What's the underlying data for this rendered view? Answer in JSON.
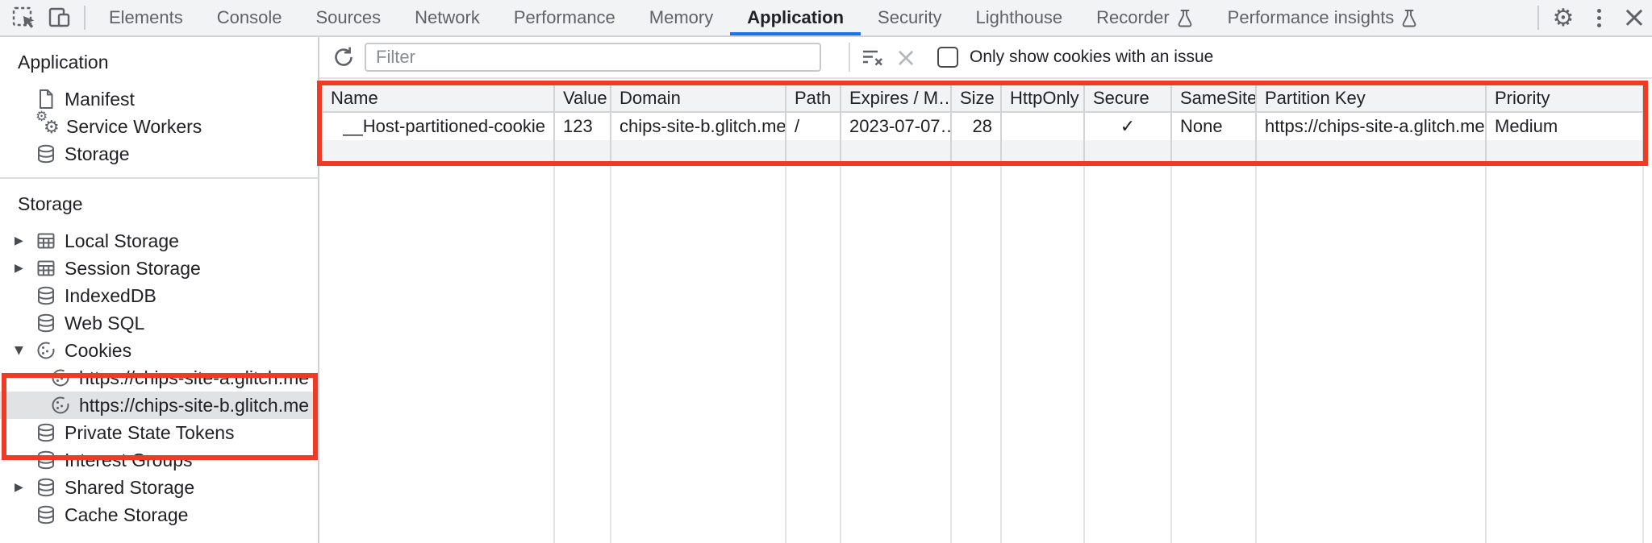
{
  "tabbar": {
    "tabs": [
      {
        "label": "Elements"
      },
      {
        "label": "Console"
      },
      {
        "label": "Sources"
      },
      {
        "label": "Network"
      },
      {
        "label": "Performance"
      },
      {
        "label": "Memory"
      },
      {
        "label": "Application",
        "selected": true
      },
      {
        "label": "Security"
      },
      {
        "label": "Lighthouse"
      },
      {
        "label": "Recorder",
        "experimental": true
      },
      {
        "label": "Performance insights",
        "experimental": true
      }
    ]
  },
  "sidebar": {
    "application_section": {
      "title": "Application",
      "items": [
        {
          "label": "Manifest",
          "icon": "file-icon"
        },
        {
          "label": "Service Workers",
          "icon": "gears-icon"
        },
        {
          "label": "Storage",
          "icon": "database-icon"
        }
      ]
    },
    "storage_section": {
      "title": "Storage",
      "items": [
        {
          "label": "Local Storage",
          "icon": "grid-icon",
          "expander": "collapsed"
        },
        {
          "label": "Session Storage",
          "icon": "grid-icon",
          "expander": "collapsed"
        },
        {
          "label": "IndexedDB",
          "icon": "database-icon"
        },
        {
          "label": "Web SQL",
          "icon": "database-icon"
        },
        {
          "label": "Cookies",
          "icon": "cookie-icon",
          "expander": "expanded"
        },
        {
          "label": "https://chips-site-a.glitch.me",
          "icon": "cookie-icon",
          "child": true
        },
        {
          "label": "https://chips-site-b.glitch.me",
          "icon": "cookie-icon",
          "child": true,
          "selected": true
        },
        {
          "label": "Private State Tokens",
          "icon": "database-icon"
        },
        {
          "label": "Interest Groups",
          "icon": "database-icon"
        },
        {
          "label": "Shared Storage",
          "icon": "database-icon",
          "expander": "collapsed"
        },
        {
          "label": "Cache Storage",
          "icon": "database-icon"
        }
      ]
    },
    "expander_collapsed": "▶",
    "expander_expanded": "▼"
  },
  "cookies_toolbar": {
    "filter_placeholder": "Filter",
    "only_issue_label": "Only show cookies with an issue"
  },
  "cookies_table": {
    "columns": [
      "Name",
      "Value",
      "Domain",
      "Path",
      "Expires / M…",
      "Size",
      "HttpOnly",
      "Secure",
      "SameSite",
      "Partition Key",
      "Priority"
    ],
    "row": {
      "name": "__Host-partitioned-cookie",
      "value": "123",
      "domain": "chips-site-b.glitch.me",
      "path": "/",
      "expires": "2023-07-07…",
      "size": "28",
      "http_only": "",
      "secure": "✓",
      "same_site": "None",
      "partition_key": "https://chips-site-a.glitch.me",
      "priority": "Medium"
    }
  },
  "colors": {
    "accent_blue": "#1a73e8",
    "annotation_red": "#ef3b23",
    "toolbar_bg": "#f1f3f4",
    "selected_row_bg": "#e1e2e3"
  }
}
